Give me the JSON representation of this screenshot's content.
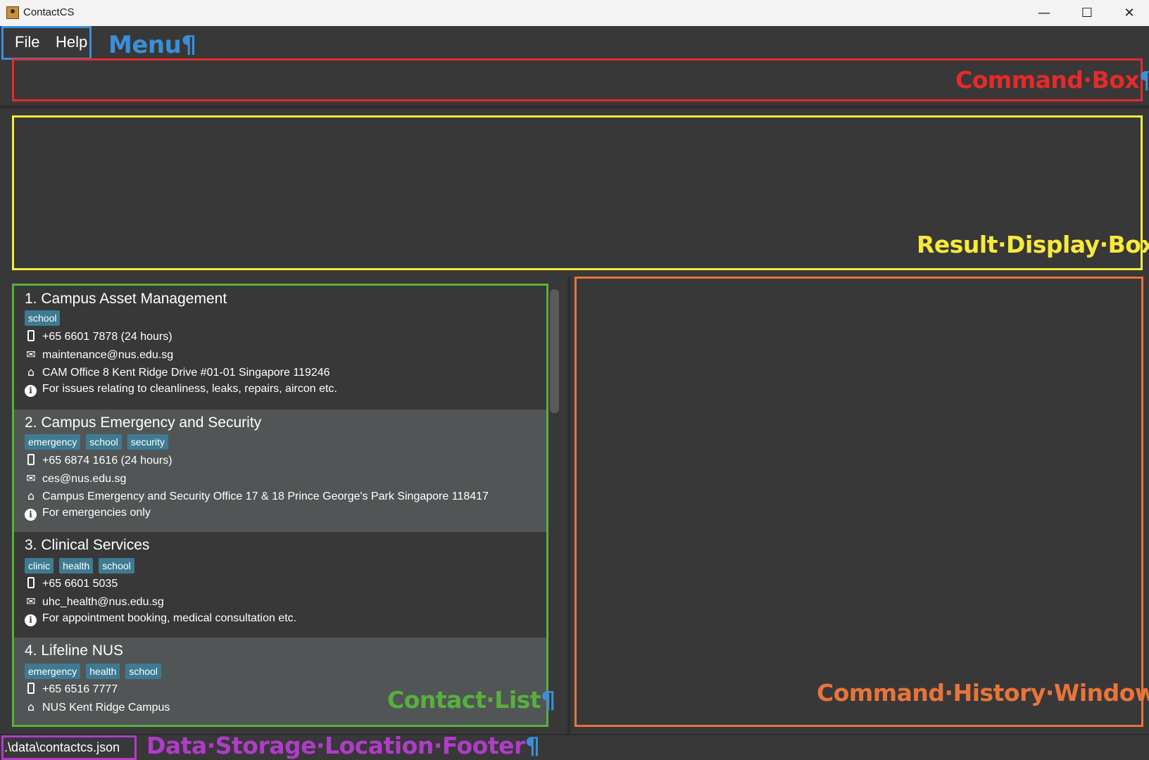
{
  "window": {
    "title": "ContactCS",
    "minimize": "—",
    "maximize": "☐",
    "close": "✕"
  },
  "menu": {
    "file": "File",
    "help": "Help"
  },
  "annotations": {
    "menu": "Menu",
    "command_box": "Command·Box",
    "result_display": "Result·Display·Box",
    "contact_list": "Contact·List",
    "command_history": "Command·History·Window",
    "footer": "Data·Storage·Location·Footer",
    "pilcrow": "¶"
  },
  "command_box": {
    "value": ""
  },
  "result_display": {
    "text": ""
  },
  "contacts": [
    {
      "name": "1. Campus Asset Management",
      "tags": [
        "school"
      ],
      "phone": "+65 6601 7878 (24 hours)",
      "email": "maintenance@nus.edu.sg",
      "address": "CAM Office 8 Kent Ridge Drive #01-01 Singapore 119246",
      "note": "For issues relating to cleanliness, leaks, repairs, aircon etc."
    },
    {
      "name": "2. Campus Emergency and Security",
      "tags": [
        "emergency",
        "school",
        "security"
      ],
      "phone": "+65 6874 1616 (24 hours)",
      "email": "ces@nus.edu.sg",
      "address": "Campus Emergency and Security Office 17 & 18 Prince George's Park Singapore 118417",
      "note": "For emergencies only"
    },
    {
      "name": "3. Clinical Services",
      "tags": [
        "clinic",
        "health",
        "school"
      ],
      "phone": "+65 6601 5035",
      "email": "uhc_health@nus.edu.sg",
      "note": "For appointment booking, medical consultation etc."
    },
    {
      "name": "4. Lifeline NUS",
      "tags": [
        "emergency",
        "health",
        "school"
      ],
      "phone": "+65 6516 7777",
      "address": "NUS Kent Ridge Campus"
    }
  ],
  "icons": {
    "phone": "phone-icon",
    "email": "envelope-icon",
    "address": "house-icon",
    "note": "info-icon"
  },
  "footer": {
    "path": ".\\data\\contactcs.json"
  },
  "colors": {
    "menu_box": "#3a8fd8",
    "command_box": "#e52a2a",
    "result_box": "#f7ea3a",
    "contact_list": "#58b03c",
    "history_window": "#e8743a",
    "footer_box": "#b03cc8",
    "tag_bg": "#3e7b91"
  }
}
